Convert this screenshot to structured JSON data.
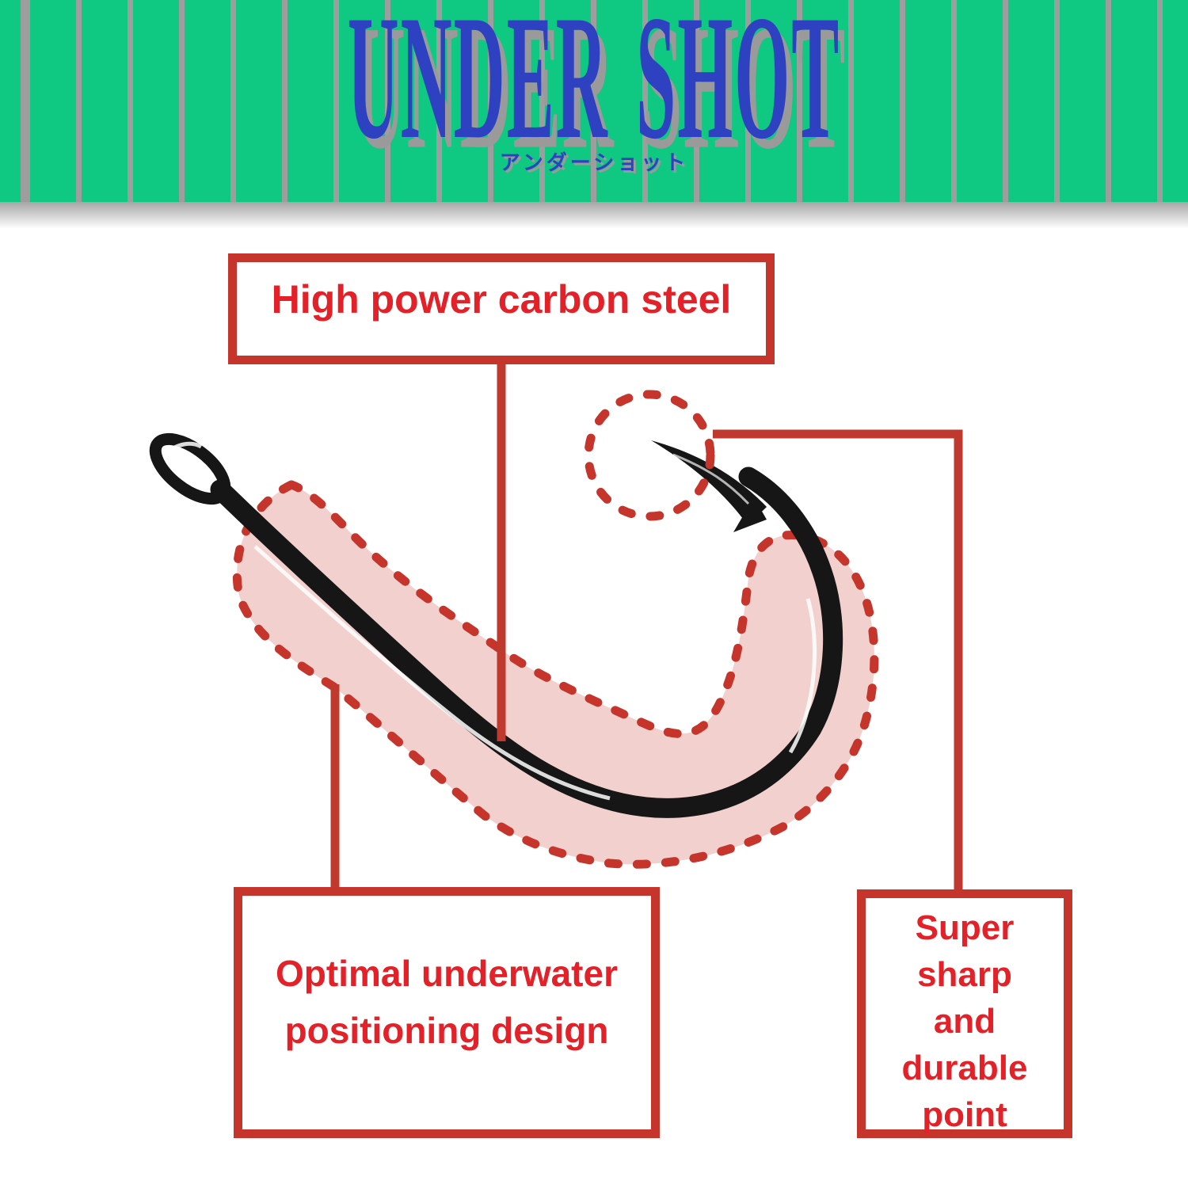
{
  "header": {
    "title": "UNDER SHOT",
    "subtitle": "アンダーショット"
  },
  "callouts": {
    "top": {
      "label": "High power carbon steel"
    },
    "bottom_left": {
      "line1": "Optimal underwater",
      "line2": "positioning design"
    },
    "bottom_right": {
      "lines": [
        "Super",
        "sharp",
        "and",
        "durable",
        "point"
      ]
    }
  },
  "icons": {
    "hook": "fishing-hook-illustration",
    "zone": "underwater-position-zone",
    "point_marker": "hook-point-dotted-circle"
  },
  "colors": {
    "header_green": "#0fc881",
    "stripe_gray": "#9e9e9e",
    "title_blue": "#2e41c0",
    "title_shadow_gray": "#9a9a9a",
    "line_red": "#c0392e",
    "border_red": "#c5352b",
    "label_red": "#e32128",
    "zone_pink": "#f2d0cd",
    "hook_black": "#161616"
  }
}
